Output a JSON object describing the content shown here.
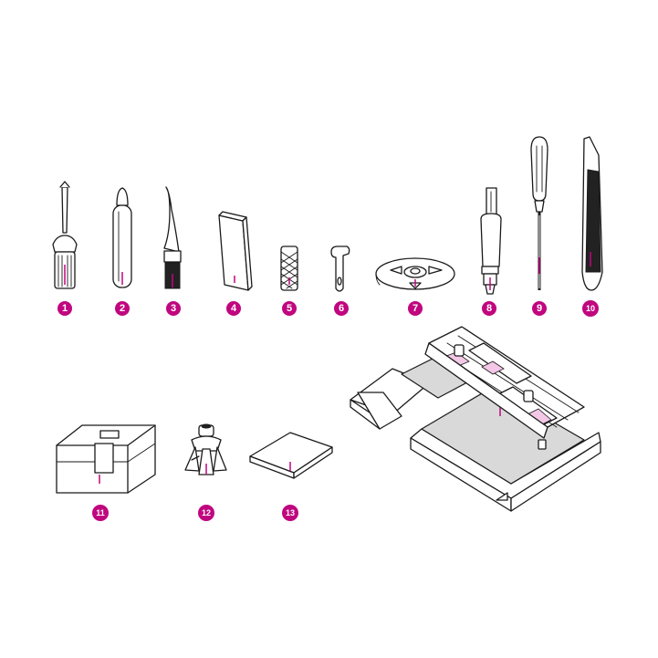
{
  "colors": {
    "accent": "#c0067e",
    "line": "#1a1a1a",
    "badge_text": "#ffffff"
  },
  "parts": [
    {
      "number": "1",
      "icon": "screwdriver-brush-icon"
    },
    {
      "number": "2",
      "icon": "seam-ripper-cap-icon"
    },
    {
      "number": "3",
      "icon": "lint-brush-icon"
    },
    {
      "number": "4",
      "icon": "felt-pad-icon"
    },
    {
      "number": "5",
      "icon": "mesh-net-icon"
    },
    {
      "number": "6",
      "icon": "hook-tool-icon"
    },
    {
      "number": "7",
      "icon": "spool-disc-icon"
    },
    {
      "number": "8",
      "icon": "seam-ripper-icon"
    },
    {
      "number": "9",
      "icon": "screwdriver-icon"
    },
    {
      "number": "10",
      "icon": "tweezers-icon"
    },
    {
      "number": "11",
      "icon": "accessory-box-icon"
    },
    {
      "number": "12",
      "icon": "spool-holder-icon"
    },
    {
      "number": "13",
      "icon": "manual-booklet-icon"
    },
    {
      "number": "",
      "icon": "extension-table-icon"
    }
  ]
}
